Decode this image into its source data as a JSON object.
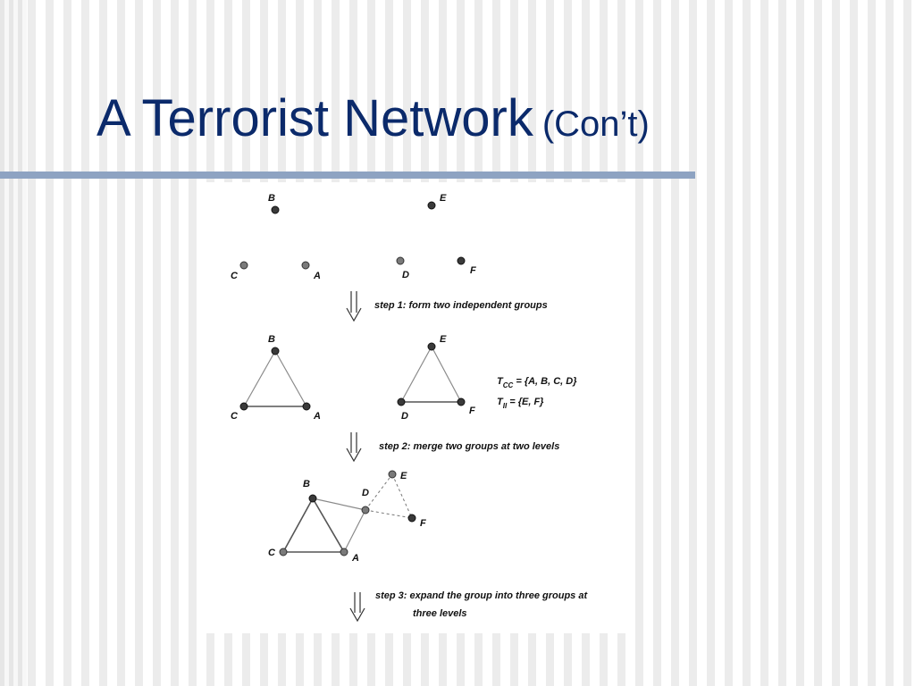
{
  "slide": {
    "title_main": "A Terrorist Network",
    "title_sub": "(Con’t)"
  },
  "figure": {
    "stage0": {
      "nodes": {
        "B": "B",
        "E": "E",
        "C": "C",
        "A": "A",
        "D": "D",
        "F": "F"
      }
    },
    "step1": "step 1: form two independent groups",
    "stage1": {
      "nodes": {
        "B": "B",
        "E": "E",
        "C": "C",
        "A": "A",
        "D": "D",
        "F": "F"
      },
      "eq1_main": "T",
      "eq1_sub": "CC",
      "eq1_rest": " = {A, B, C, D}",
      "eq2_main": "T",
      "eq2_sub": "II",
      "eq2_rest": " = {E, F}"
    },
    "step2": "step 2: merge two groups at two levels",
    "stage2": {
      "nodes": {
        "B": "B",
        "D": "D",
        "E": "E",
        "F": "F",
        "C": "C",
        "A": "A"
      }
    },
    "step3_line1": "step 3: expand the group into three groups at",
    "step3_line2": "three levels"
  }
}
